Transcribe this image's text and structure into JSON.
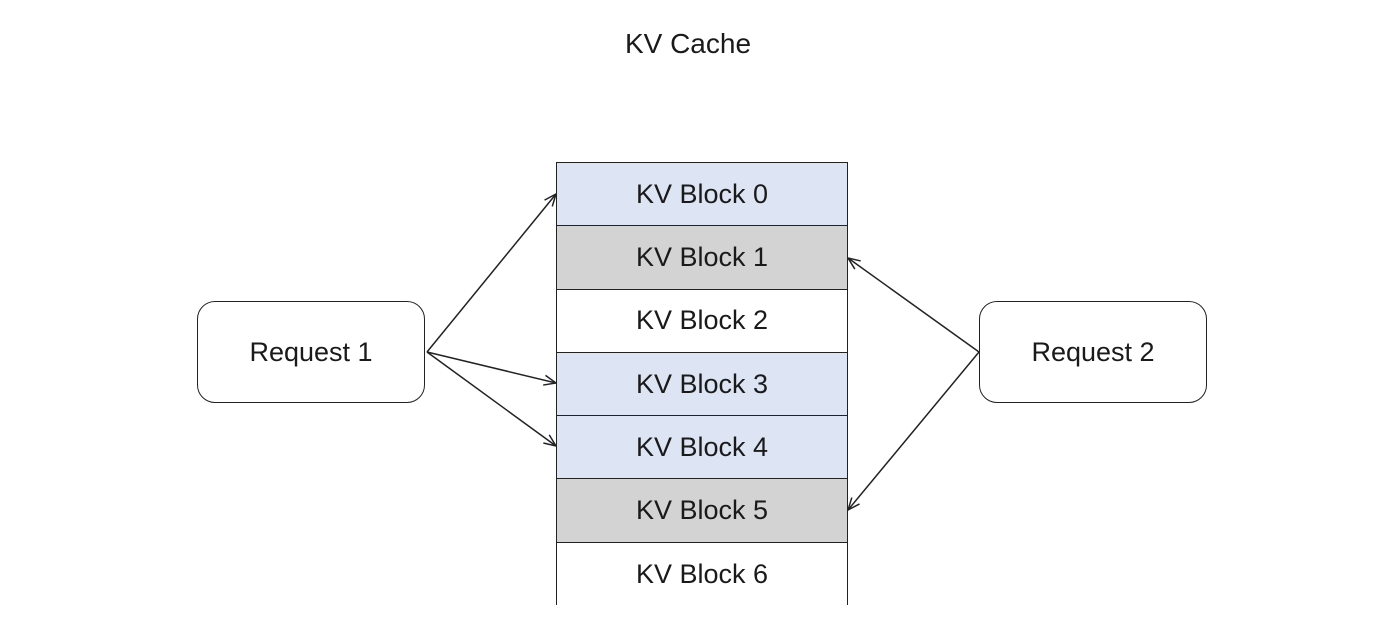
{
  "title": "KV Cache",
  "requests": [
    {
      "id": "req1",
      "label": "Request 1"
    },
    {
      "id": "req2",
      "label": "Request 2"
    }
  ],
  "blocks": [
    {
      "label": "KV Block 0",
      "fill": "#dde5f4"
    },
    {
      "label": "KV Block 1",
      "fill": "#d3d3d3"
    },
    {
      "label": "KV Block 2",
      "fill": "#ffffff"
    },
    {
      "label": "KV Block 3",
      "fill": "#dde5f4"
    },
    {
      "label": "KV Block 4",
      "fill": "#dde5f4"
    },
    {
      "label": "KV Block 5",
      "fill": "#d3d3d3"
    },
    {
      "label": "KV Block 6",
      "fill": "#ffffff"
    }
  ],
  "links": [
    {
      "from": "Request 1",
      "to": "KV Block 0"
    },
    {
      "from": "Request 1",
      "to": "KV Block 3"
    },
    {
      "from": "Request 1",
      "to": "KV Block 4"
    },
    {
      "from": "Request 2",
      "to": "KV Block 1"
    },
    {
      "from": "Request 2",
      "to": "KV Block 5"
    }
  ]
}
